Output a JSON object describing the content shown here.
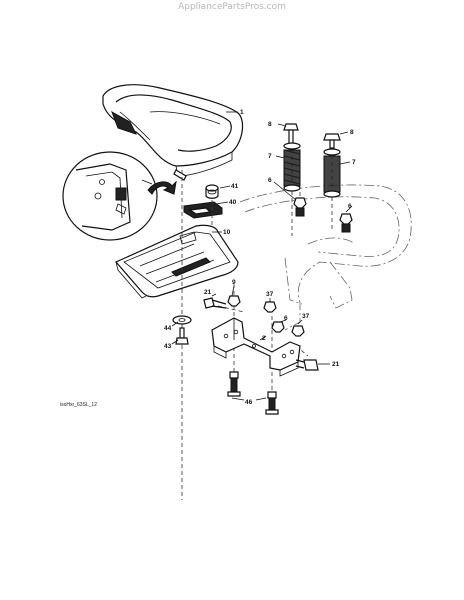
{
  "watermark": "AppliancePartsPros.com",
  "diagram_code": "isoHxr_63SL_12",
  "callouts": [
    {
      "id": "c1",
      "label": "1"
    },
    {
      "id": "c8a",
      "label": "8"
    },
    {
      "id": "c8b",
      "label": "8"
    },
    {
      "id": "c7a",
      "label": "7"
    },
    {
      "id": "c7b",
      "label": "7"
    },
    {
      "id": "c6a",
      "label": "6"
    },
    {
      "id": "c6b",
      "label": "6"
    },
    {
      "id": "c41",
      "label": "41"
    },
    {
      "id": "c40",
      "label": "40"
    },
    {
      "id": "c10",
      "label": "10"
    },
    {
      "id": "c9",
      "label": "9"
    },
    {
      "id": "c37a",
      "label": "37"
    },
    {
      "id": "c37b",
      "label": "37"
    },
    {
      "id": "c21a",
      "label": "21"
    },
    {
      "id": "c21b",
      "label": "21"
    },
    {
      "id": "c2",
      "label": "2"
    },
    {
      "id": "c6c",
      "label": "6"
    },
    {
      "id": "c44",
      "label": "44"
    },
    {
      "id": "c43",
      "label": "43"
    },
    {
      "id": "c46",
      "label": "46"
    }
  ]
}
